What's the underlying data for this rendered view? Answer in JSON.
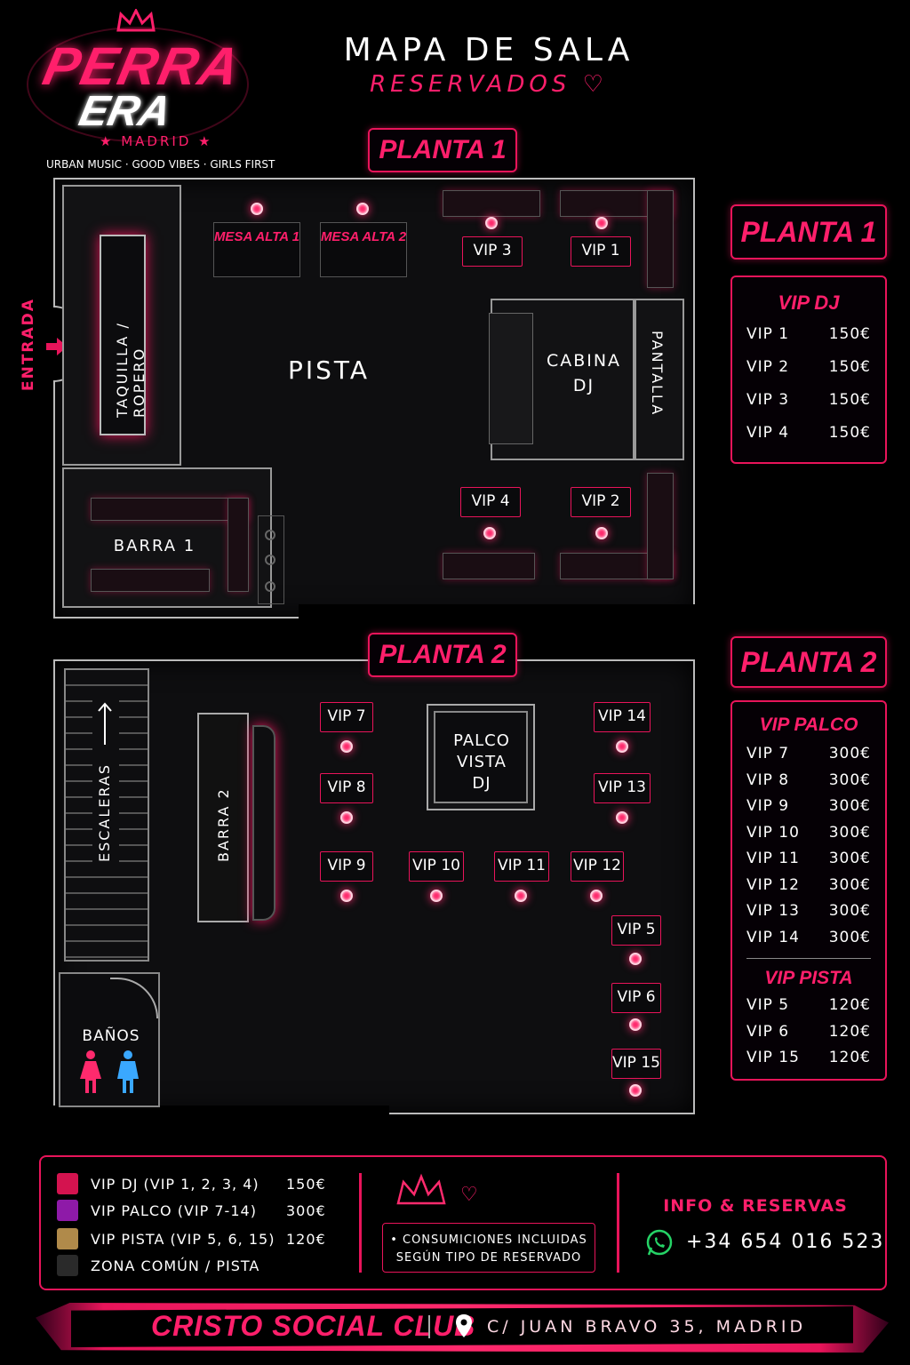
{
  "logo": {
    "line1": "PERRA",
    "line2": "ERA",
    "city": "★ MADRID ★",
    "tagline": "URBAN MUSIC · GOOD VIBES · GIRLS FIRST"
  },
  "header": {
    "title": "MAPA DE SALA",
    "subtitle": "RESERVADOS ♡"
  },
  "floor1": {
    "tag": "PLANTA 1",
    "entrance": "ENTRADA",
    "taquilla": "TAQUILLA / ROPERO",
    "pista": "PISTA",
    "mesa1": "MESA ALTA 1",
    "mesa2": "MESA ALTA 2",
    "vip3": "VIP 3",
    "vip1": "VIP 1",
    "vip4": "VIP 4",
    "vip2": "VIP 2",
    "cabina": "CABINA DJ",
    "pantalla": "PANTALLA",
    "barra": "BARRA 1"
  },
  "floor2": {
    "tag": "PLANTA 2",
    "escaleras": "ESCALERAS",
    "barra": "BARRA 2",
    "palco": "PALCO VISTA DJ",
    "banos": "BAÑOS",
    "vips": [
      "VIP 7",
      "VIP 8",
      "VIP 9",
      "VIP 10",
      "VIP 11",
      "VIP 12",
      "VIP 14",
      "VIP 13",
      "VIP 5",
      "VIP 6",
      "VIP 15"
    ]
  },
  "list1": {
    "tag": "PLANTA 1",
    "heading": "VIP DJ",
    "items": [
      {
        "name": "VIP 1",
        "price": "150€"
      },
      {
        "name": "VIP 2",
        "price": "150€"
      },
      {
        "name": "VIP 3",
        "price": "150€"
      },
      {
        "name": "VIP 4",
        "price": "150€"
      }
    ]
  },
  "list2": {
    "tag": "PLANTA 2",
    "heading_palco": "VIP PALCO",
    "palco": [
      {
        "name": "VIP 7",
        "price": "300€"
      },
      {
        "name": "VIP 8",
        "price": "300€"
      },
      {
        "name": "VIP 9",
        "price": "300€"
      },
      {
        "name": "VIP 10",
        "price": "300€"
      },
      {
        "name": "VIP 11",
        "price": "300€"
      },
      {
        "name": "VIP 12",
        "price": "300€"
      },
      {
        "name": "VIP 13",
        "price": "300€"
      },
      {
        "name": "VIP 14",
        "price": "300€"
      }
    ],
    "heading_pista": "VIP PISTA",
    "pista": [
      {
        "name": "VIP 5",
        "price": "120€"
      },
      {
        "name": "VIP 6",
        "price": "120€"
      },
      {
        "name": "VIP 15",
        "price": "120€"
      }
    ]
  },
  "legend": {
    "rows": [
      {
        "label": "VIP DJ  (VIP 1, 2, 3, 4)",
        "price": "150€",
        "color": "#d4134f"
      },
      {
        "label": "VIP PALCO  (VIP 7-14)",
        "price": "300€",
        "color": "#8e1aa8"
      },
      {
        "label": "VIP PISTA  (VIP 5, 6, 15)",
        "price": "120€",
        "color": "#b08a4a"
      },
      {
        "label": "ZONA COMÚN / PISTA",
        "price": "",
        "color": "#2a2a2a"
      }
    ],
    "note_line1": "• CONSUMICIONES INCLUIDAS",
    "note_line2": "SEGÚN TIPO DE RESERVADO",
    "info_title": "INFO & RESERVAS",
    "phone": "+34 654 016 523"
  },
  "footer": {
    "venue": "CRISTO SOCIAL CLUB",
    "address": "C/ JUAN BRAVO 35, MADRID"
  }
}
